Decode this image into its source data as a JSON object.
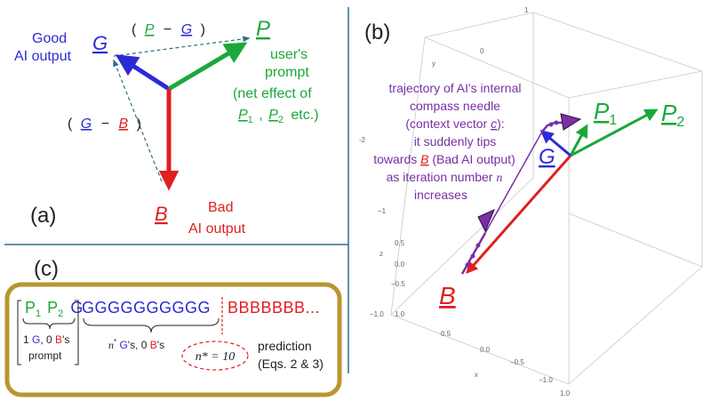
{
  "colors": {
    "good": "#2b2bd6",
    "bad": "#e01f1f",
    "prompt": "#1aa83a",
    "trajectory": "#7a2fa6",
    "divider": "#2f6f88",
    "frame": "#b8962e"
  },
  "panel_a": {
    "label": "(a)",
    "G_symbol": "G",
    "P_symbol": "P",
    "B_symbol": "B",
    "good_line1": "Good",
    "good_line2": "AI output",
    "bad_line1": "Bad",
    "bad_line2": "AI output",
    "prompt_line1": "user's",
    "prompt_line2": "prompt",
    "prompt_line3": "(net effect of",
    "p1_symbol": "P",
    "p1_sub": "1",
    "p2_symbol": "P",
    "p2_sub": "2",
    "etc": "etc.)",
    "comma": ",",
    "pg_open": "(",
    "pg_P": "P",
    "pg_minus": "−",
    "pg_G": "G",
    "pg_close": ")",
    "gb_open": "(",
    "gb_G": "G",
    "gb_minus": "−",
    "gb_B": "B",
    "gb_close": ")"
  },
  "panel_b": {
    "label": "(b)",
    "P1_symbol": "P",
    "P1_sub": "1",
    "P2_symbol": "P",
    "P2_sub": "2",
    "G_symbol": "G",
    "B_symbol": "B",
    "annotation": {
      "line1": "trajectory of AI's internal",
      "line2": "compass needle",
      "line3_pre": "(context vector ",
      "line3_c": "c",
      "line3_post": "):",
      "line4": "it suddenly tips",
      "line5_pre": "towards ",
      "line5_B": "B",
      "line5_post": " (Bad AI output)",
      "line6_pre": "as  iteration number ",
      "line6_n": "n",
      "line7": "increases"
    },
    "axis": {
      "y_label": "y",
      "z_label": "z",
      "x_label": "x",
      "tick_1_top": "1",
      "tick_0_top": "0",
      "tick_neg2": "-2",
      "tick_neg1": "−1",
      "z_05": "0.5",
      "z_0": "0.0",
      "z_n05": "−0.5",
      "z_n10": "−1.0",
      "x_10": "1.0",
      "x_05": "0.5",
      "x_0": "0.0",
      "x_n05": "−0.5",
      "x_n10": "−1.0",
      "x_end": "1.0"
    }
  },
  "panel_c": {
    "label": "(c)",
    "seq_P1": "P",
    "seq_P1_sub": "1",
    "seq_P2": "P",
    "seq_P2_sub": "2",
    "seq_G0": "G",
    "seq_G": "GGGGGGGGGG",
    "seq_B": "BBBBBBB...",
    "brace1_pre": "1 ",
    "brace1_G": "G",
    "brace1_mid": ", 0 ",
    "brace1_B": "B",
    "brace1_post": "'s",
    "brace1_line2": "prompt",
    "brace2_n": "n",
    "brace2_star": "*",
    "brace2_G": " G",
    "brace2_mid": "'s, 0 ",
    "brace2_B": "B",
    "brace2_post": "'s",
    "nstar": "n* = 10",
    "prediction": "prediction",
    "eqs": "(Eqs. 2 & 3)"
  }
}
